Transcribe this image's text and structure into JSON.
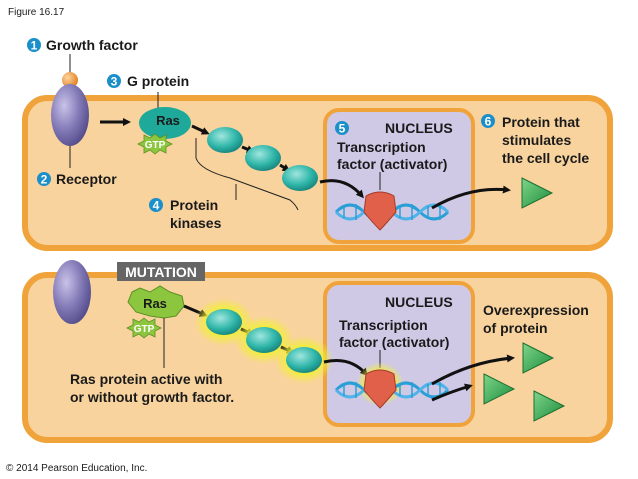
{
  "figure_label": "Figure 16.17",
  "copyright": "© 2014 Pearson Education, Inc.",
  "top_panel": {
    "step1": {
      "num": "1",
      "label": "Growth factor"
    },
    "step2": {
      "num": "2",
      "label": "Receptor"
    },
    "step3": {
      "num": "3",
      "label": "G protein"
    },
    "ras_label": "Ras",
    "gtp_label": "GTP",
    "step4": {
      "num": "4",
      "label_line1": "Protein",
      "label_line2": "kinases"
    },
    "step5": {
      "num": "5"
    },
    "nucleus_label": "NUCLEUS",
    "tf_line1": "Transcription",
    "tf_line2": "factor (activator)",
    "step6": {
      "num": "6",
      "label_line1": "Protein that",
      "label_line2": "stimulates",
      "label_line3": "the cell cycle"
    }
  },
  "bottom_panel": {
    "mutation_label": "MUTATION",
    "ras_label": "Ras",
    "gtp_label": "GTP",
    "note_line1": "Ras protein active with",
    "note_line2": "or without growth factor.",
    "nucleus_label": "NUCLEUS",
    "tf_line1": "Transcription",
    "tf_line2": "factor (activator)",
    "overexpression_line1": "Overexpression",
    "overexpression_line2": "of protein"
  },
  "colors": {
    "cell_fill": "#f8d39e",
    "cell_stroke": "#f0a33a",
    "nucleus_fill": "#cfc9e6",
    "nucleus_stroke": "#f0a33a",
    "receptor": "#8077b5",
    "growth_factor": "#f29a3d",
    "ras": "#1ea99a",
    "gtp": "#8cc63f",
    "kinase": "#2eb5a8",
    "glow": "#f2ee3a",
    "protein": "#2aa84a",
    "step_badge": "#1b8fc9",
    "mutation_badge": "#666666",
    "activator": "#e0604a",
    "dna": "#2a9fd6"
  }
}
